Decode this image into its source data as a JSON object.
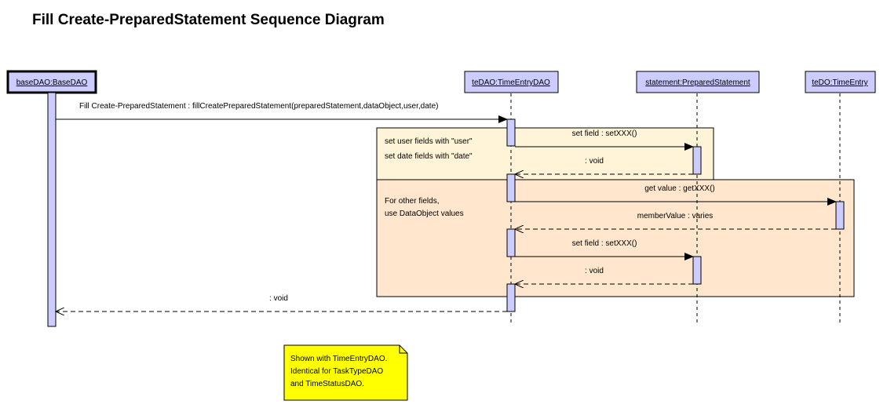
{
  "title": "Fill Create-PreparedStatement Sequence Diagram",
  "lifelines": {
    "base": "baseDAO:BaseDAO",
    "tedao": "teDAO:TimeEntryDAO",
    "statement": "statement:PreparedStatement",
    "tedo": "teDO:TimeEntry"
  },
  "messages": {
    "fill_call": "Fill Create-PreparedStatement : fillCreatePreparedStatement(preparedStatement,dataObject,user,date)",
    "set_field_1": "set field : setXXX()",
    "void_1": ": void",
    "get_value": "get value : getXXX()",
    "member_value": "memberValue : varies",
    "set_field_2": "set field : setXXX()",
    "void_2": ": void",
    "void_final": ": void"
  },
  "fragments": {
    "user_fields": {
      "line1": "set user fields with \"user\"",
      "line2": "set date fields with \"date\""
    },
    "other_fields": {
      "line1": "For other fields,",
      "line2": "use DataObject values"
    }
  },
  "note": {
    "line1": "Shown with TimeEntryDAO.",
    "line2": "Identical for TaskTypeDAO",
    "line3": "and TimeStatusDAO."
  },
  "colors": {
    "object_fill": "#ccccff",
    "activation_fill": "#ccccff",
    "fragment_user_fill": "#fff4d8",
    "fragment_other_fill": "#ffe6cc",
    "note_fill": "#ffff00"
  }
}
